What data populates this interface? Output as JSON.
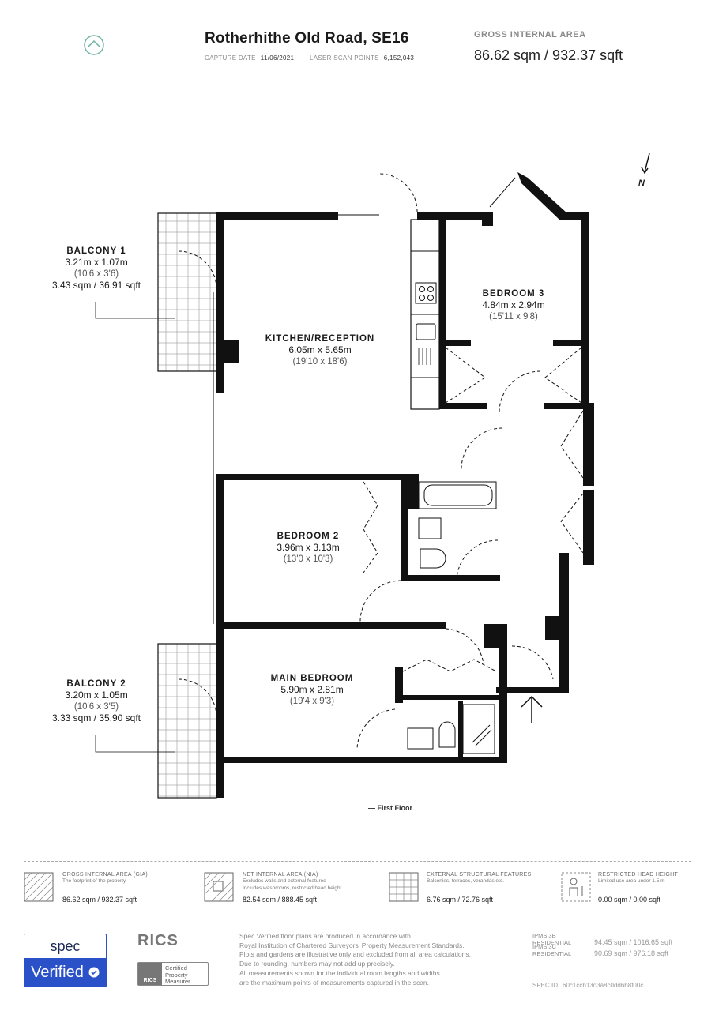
{
  "header": {
    "title": "Rotherhithe Old Road, SE16",
    "capture_date_label": "CAPTURE DATE",
    "capture_date": "11/06/2021",
    "laser_label": "LASER SCAN POINTS",
    "laser_points": "6,152,043",
    "gia_label": "GROSS INTERNAL AREA",
    "gia_value": "86.62 sqm / 932.37 sqft"
  },
  "compass": {
    "label": "N"
  },
  "rooms": {
    "kitchen": {
      "name": "KITCHEN/RECEPTION",
      "dim": "6.05m x 5.65m",
      "imp": "(19'10 x 18'6)"
    },
    "bedroom3": {
      "name": "BEDROOM 3",
      "dim": "4.84m x 2.94m",
      "imp": "(15'11 x 9'8)"
    },
    "bedroom2": {
      "name": "BEDROOM 2",
      "dim": "3.96m x 3.13m",
      "imp": "(13'0 x 10'3)"
    },
    "main": {
      "name": "MAIN BEDROOM",
      "dim": "5.90m x 2.81m",
      "imp": "(19'4 x 9'3)"
    }
  },
  "balconies": {
    "b1": {
      "name": "BALCONY 1",
      "dim": "3.21m x 1.07m",
      "imp": "(10'6 x 3'6)",
      "area": "3.43 sqm / 36.91 sqft"
    },
    "b2": {
      "name": "BALCONY 2",
      "dim": "3.20m x 1.05m",
      "imp": "(10'6 x 3'5)",
      "area": "3.33 sqm / 35.90 sqft"
    }
  },
  "floor_label": "— First Floor",
  "legend": [
    {
      "title": "GROSS INTERNAL AREA (GIA)",
      "desc": [
        "The footprint of the property"
      ],
      "value": "86.62 sqm / 932.37 sqft",
      "icon": "gia-hatch-icon"
    },
    {
      "title": "NET INTERNAL AREA (NIA)",
      "desc": [
        "Excludes walls and external features",
        "Includes washrooms, restricted head height"
      ],
      "value": "82.54 sqm / 888.45 sqft",
      "icon": "nia-hatch-icon"
    },
    {
      "title": "EXTERNAL STRUCTURAL FEATURES",
      "desc": [
        "Balconies, terraces, verandas etc."
      ],
      "value": "6.76 sqm / 72.76 sqft",
      "icon": "grid-icon"
    },
    {
      "title": "RESTRICTED HEAD HEIGHT",
      "desc": [
        "Limited use area under 1.5 m"
      ],
      "value": "0.00 sqm / 0.00 sqft",
      "icon": "person-icon"
    }
  ],
  "badges": {
    "spec": "spec",
    "verified": "Verified",
    "rics": "RICS",
    "rics_small": "RICS",
    "certified": [
      "Certified",
      "Property",
      "Measurer"
    ]
  },
  "notes": [
    "Spec Verified floor plans are produced in accordance with",
    "Royal Institution of Chartered Surveyors' Property Measurement Standards.",
    "Plots and gardens are illustrative only and excluded from all area calculations.",
    "Due to rounding, numbers may not add up precisely.",
    "All measurements shown for the individual room lengths and widths",
    "are the maximum points of measurements captured in the scan."
  ],
  "ipms": [
    {
      "label": "IPMS 3B RESIDENTIAL",
      "value": "94.45 sqm / 1016.65 sqft"
    },
    {
      "label": "IPMS 3C RESIDENTIAL",
      "value": "90.69 sqm / 976.18 sqft"
    }
  ],
  "spec_id": {
    "label": "SPEC ID",
    "value": "60c1ccb13d3a8c0dd6b8f00c"
  }
}
